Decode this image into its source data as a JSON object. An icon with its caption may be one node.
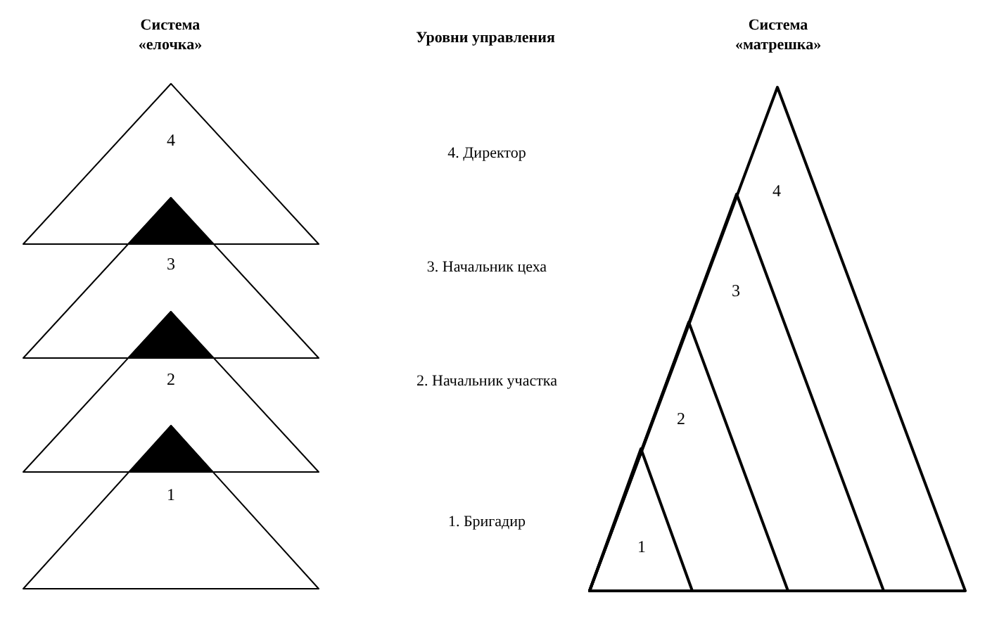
{
  "diagram": {
    "nodes": [
      {
        "text": [
          "4"
        ]
      },
      {
        "text": [
          "3"
        ]
      },
      {
        "text": [
          "2"
        ]
      },
      {
        "text": [
          "1"
        ]
      },
      {
        "text": [
          "4"
        ]
      },
      {
        "text": [
          "3"
        ],
        "in": 4
      },
      {
        "text": [
          "2"
        ],
        "in": 5
      },
      {
        "text": [
          "1"
        ],
        "in": 6
      }
    ],
    "labels": [
      "Система «елочка»",
      "Уровни управления",
      "Система «матрешка»",
      "4. Директор",
      "3. Начальник цеха",
      "2. Начальник участка",
      "1. Бригадир"
    ]
  }
}
